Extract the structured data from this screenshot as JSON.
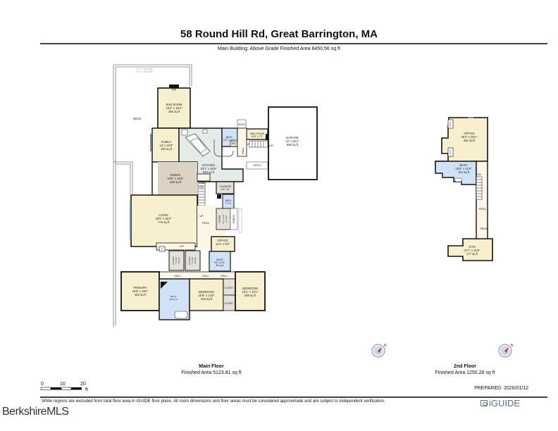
{
  "header": {
    "title": "58 Round Hill Rd, Great Barrington, MA",
    "subtitle": "Main Building: Above Grade Finished Area 8450.56 sq ft"
  },
  "colors": {
    "wall": "#111111",
    "room_yellow": "#f8efcf",
    "room_blue": "#cfe2f6",
    "room_green": "#e3ece6",
    "room_tan": "#ddd3c4",
    "room_grey": "#e4e0da",
    "deck_outline": "#777777",
    "window_blue": "#6a93c9",
    "compass_red": "#c8102e",
    "compass_blue": "#c9dcf2",
    "iguide_blue": "#5a6f86"
  },
  "main_floor": {
    "label": "Main Floor",
    "area": "Finished Area 5123.81 sq ft",
    "rooms": {
      "deck": {
        "name": "DECK"
      },
      "sunroom": {
        "name": "SUN ROOM",
        "dims": "15'2\" x 18'4\"",
        "area": "280 sq ft"
      },
      "family": {
        "name": "FAMILY",
        "dims": "13' x 15'9\"",
        "area": "192 sq ft"
      },
      "kitchen": {
        "name": "KITCHEN",
        "dims": "33'1\" x 26'8\"",
        "area": "529 sq ft"
      },
      "bath1": {
        "name": "BATH",
        "dims": "7'10\" x 10'8\""
      },
      "pantry": {
        "name": "PNT"
      },
      "mudroom": {
        "name": "MUD ROOM",
        "dims": "15'8\" x 7'2\""
      },
      "patio1": {
        "name": "PATIO"
      },
      "patio2": {
        "name": "PATIO"
      },
      "garage": {
        "name": "GARAGE",
        "dims": "22' x 35'1\"",
        "area": "806 sq ft"
      },
      "hall_kitchen": {
        "name": "HALL"
      },
      "up1": {
        "name": "UP"
      },
      "dn1": {
        "name": "DN"
      },
      "dining": {
        "name": "DINING",
        "dims": "18'6\" x 16'8\"",
        "area": "308 sq ft"
      },
      "hall_dining": {
        "name": "HALL"
      },
      "dn2": {
        "name": "DN"
      },
      "laundry": {
        "name": "LAUNDRY",
        "dims": "8'4\" x 8'"
      },
      "bath2": {
        "name": "BATH",
        "dims": "7' x 8'"
      },
      "living": {
        "name": "LIVING",
        "dims": "33'9\" x 26'4\"",
        "area": "779 sq ft"
      },
      "up2": {
        "name": "UP"
      },
      "hall_center": {
        "name": "HALL"
      },
      "foyer": {
        "name": "FOYER",
        "dims": "6'7\" x 9'9\"",
        "area": "61 sq ft"
      },
      "porch": {
        "name": "PORCH"
      },
      "office": {
        "name": "OFFICE",
        "dims": "11'2\" x 9'3\""
      },
      "fireplace": {
        "name": "F/P"
      },
      "closet_c": {
        "name": "C"
      },
      "closet1": {
        "name": "CLOSET",
        "dims": "7' x 9'11\"",
        "area": "69 sq ft"
      },
      "closet2": {
        "name": "CLOSET",
        "dims": "7' x 9'11\"",
        "area": "69 sq ft"
      },
      "bath3": {
        "name": "BATH",
        "dims": "9'8\" x 8'11\"",
        "area": "80 sq ft"
      },
      "hall_a": {
        "name": "HALL"
      },
      "hall_b": {
        "name": "HALL"
      },
      "hall_c": {
        "name": "HALL"
      },
      "primary": {
        "name": "PRIMARY",
        "dims": "18'9\" x 19'1\"",
        "area": "352 sq ft"
      },
      "bath_primary": {
        "name": "BATH",
        "area": "269 sq ft"
      },
      "bedroom1": {
        "name": "BEDROOM",
        "dims": "15'8\" x 14'8\"",
        "area": "226 sq ft"
      },
      "closet3": {
        "name": "CLOSET"
      },
      "closet4": {
        "name": "CLOSET"
      },
      "bedroom2": {
        "name": "BEDROOM",
        "dims": "15'1\" x 19'1\"",
        "area": "285 sq ft"
      },
      "fp_sun": {
        "name": "F/P"
      }
    }
  },
  "second_floor": {
    "label": "2nd Floor",
    "area": "Finished Area 1250.28 sq ft",
    "rooms": {
      "office": {
        "name": "OFFICE",
        "dims": "25'2\" x 20'1\"",
        "area": "384 sq ft"
      },
      "clo1": {
        "name": "CLO"
      },
      "clo2": {
        "name": "CLO"
      },
      "bath": {
        "name": "BATH",
        "dims": "18'5\" x 11'8\"",
        "area": "152 sq ft"
      },
      "dn": {
        "name": "DN"
      },
      "hall1": {
        "name": "HALL"
      },
      "hall2": {
        "name": "HALL"
      },
      "gym": {
        "name": "GYM",
        "dims": "21'7\" x 15'9\"",
        "area": "177 sq ft"
      }
    }
  },
  "scale": {
    "ticks": [
      "0",
      "10",
      "20"
    ],
    "unit": "ft"
  },
  "compass": {
    "north_label": "N"
  },
  "footer": {
    "prepared": "PREPARED: 2026/01/12",
    "disclaimer": "White regions are excluded from total floor area in iGUIDE floor plans. All room dimensions and floor areas must be considered approximate and are subject to independent verification.",
    "mls_logo": "BerkshireMLS",
    "iguide_logo": "iGUIDE"
  }
}
